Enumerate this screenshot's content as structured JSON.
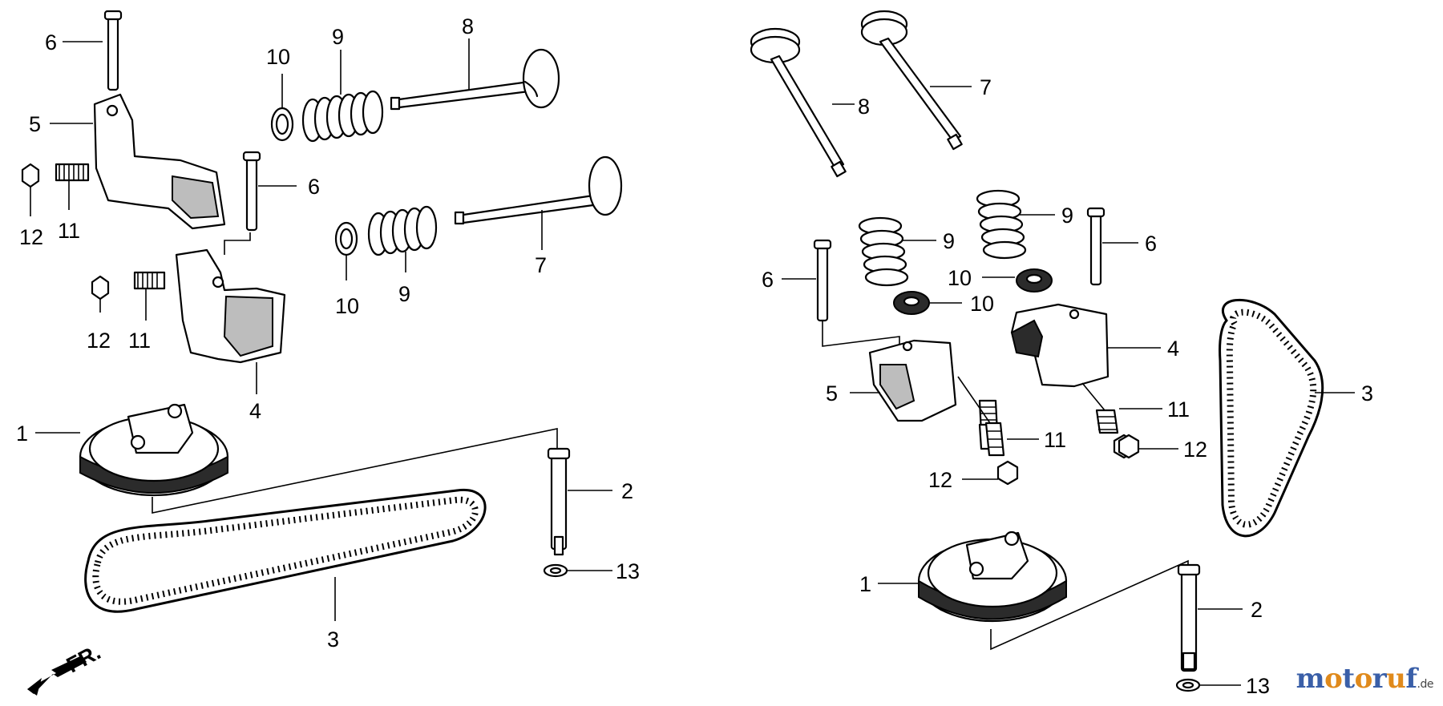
{
  "diagram": {
    "left_view": {
      "callouts": [
        {
          "id": "L1",
          "label": "1"
        },
        {
          "id": "L2",
          "label": "2"
        },
        {
          "id": "L3",
          "label": "3"
        },
        {
          "id": "L4",
          "label": "4"
        },
        {
          "id": "L5",
          "label": "5"
        },
        {
          "id": "L6a",
          "label": "6"
        },
        {
          "id": "L6b",
          "label": "6"
        },
        {
          "id": "L7",
          "label": "7"
        },
        {
          "id": "L8",
          "label": "8"
        },
        {
          "id": "L9a",
          "label": "9"
        },
        {
          "id": "L9b",
          "label": "9"
        },
        {
          "id": "L10a",
          "label": "10"
        },
        {
          "id": "L10b",
          "label": "10"
        },
        {
          "id": "L11a",
          "label": "11"
        },
        {
          "id": "L11b",
          "label": "11"
        },
        {
          "id": "L12a",
          "label": "12"
        },
        {
          "id": "L12b",
          "label": "12"
        },
        {
          "id": "L13",
          "label": "13"
        }
      ],
      "direction_marker": "FR."
    },
    "right_view": {
      "callouts": [
        {
          "id": "R1",
          "label": "1"
        },
        {
          "id": "R2",
          "label": "2"
        },
        {
          "id": "R3",
          "label": "3"
        },
        {
          "id": "R4",
          "label": "4"
        },
        {
          "id": "R5",
          "label": "5"
        },
        {
          "id": "R6a",
          "label": "6"
        },
        {
          "id": "R6b",
          "label": "6"
        },
        {
          "id": "R7",
          "label": "7"
        },
        {
          "id": "R8",
          "label": "8"
        },
        {
          "id": "R9a",
          "label": "9"
        },
        {
          "id": "R9b",
          "label": "9"
        },
        {
          "id": "R10a",
          "label": "10"
        },
        {
          "id": "R10b",
          "label": "10"
        },
        {
          "id": "R11a",
          "label": "11"
        },
        {
          "id": "R11b",
          "label": "11"
        },
        {
          "id": "R12a",
          "label": "12"
        },
        {
          "id": "R12b",
          "label": "12"
        },
        {
          "id": "R13",
          "label": "13"
        }
      ]
    }
  },
  "watermark": {
    "text": "motoruf",
    "suffix": ".de",
    "colors": [
      "#3a5fa8",
      "#e08a1c",
      "#3a5fa8",
      "#e08a1c",
      "#3a5fa8",
      "#e08a1c",
      "#3a5fa8"
    ]
  }
}
